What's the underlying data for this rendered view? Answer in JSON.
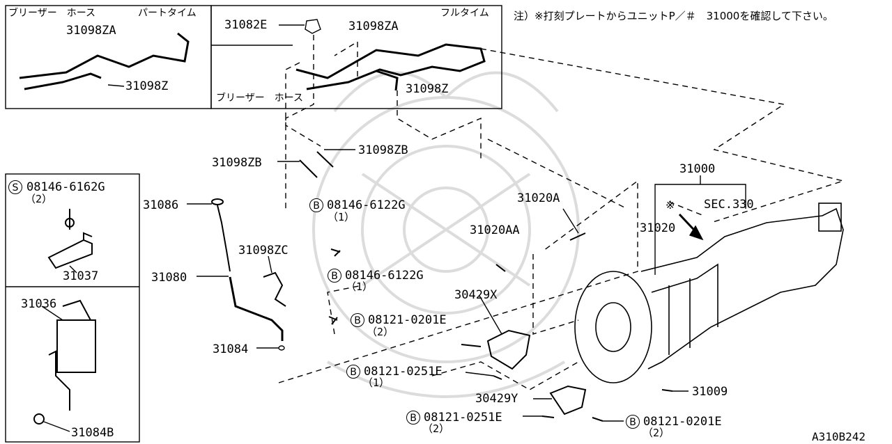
{
  "colors": {
    "ink": "#000000",
    "background": "#ffffff",
    "watermark": "#dcdcdc"
  },
  "header_note": "注）※打刻プレートからユニットP／＃　31000を確認して下さい。",
  "inset_part_time": {
    "title_left": "ブリーザー　ホース",
    "title_right": "パートタイム",
    "part_a": "31098ZA",
    "part_b": "31098Z"
  },
  "inset_full_time": {
    "title": "フルタイム",
    "caption": "ブリーザー　ホース",
    "part_a": "31098ZA",
    "part_b": "31098Z",
    "clip": "31082E"
  },
  "side_box_top": {
    "bolt_symbol": "S",
    "bolt": "08146-6162G",
    "bolt_qty": "（2）",
    "bracket": "31037"
  },
  "side_box_bottom": {
    "unit": "31036",
    "nut": "31084B"
  },
  "parts": {
    "p31098ZB_right": "31098ZB",
    "p31098ZB_left": "31098ZB",
    "p31086": "31086",
    "p31098ZC": "31098ZC",
    "p31080": "31080",
    "p31084": "31084",
    "p31020A": "31020A",
    "p31020AA": "31020AA",
    "p30429X": "30429X",
    "p30429Y": "30429Y",
    "p31000": "31000",
    "p31020": "31020",
    "sec": "SEC.330",
    "marker": "※",
    "p31009": "31009"
  },
  "bolts": {
    "b1": {
      "symbol": "B",
      "code": "08146-6122G",
      "qty": "（1）"
    },
    "b2": {
      "symbol": "B",
      "code": "08146-6122G",
      "qty": "（1）"
    },
    "b3": {
      "symbol": "B",
      "code": "08121-0201E",
      "qty": "（2）"
    },
    "b4": {
      "symbol": "B",
      "code": "08121-0251E",
      "qty": "（1）"
    },
    "b5": {
      "symbol": "B",
      "code": "08121-0251E",
      "qty": "（2）"
    },
    "b6": {
      "symbol": "B",
      "code": "08121-0201E",
      "qty": "（2）"
    }
  },
  "diagram_id": "A310B242"
}
